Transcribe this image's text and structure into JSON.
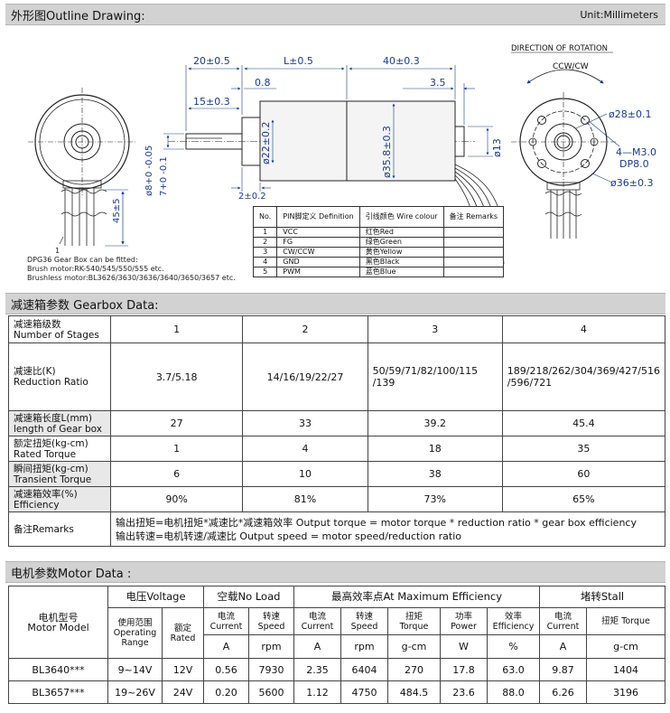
{
  "outline": {
    "title": "外形图Outline Drawing:",
    "unit": "Unit:Millimeters",
    "direction_label": "DIRECTION OF ROTATION",
    "ccw_label": "CCW/CW",
    "dims": {
      "d20": "20±0.5",
      "dL": "L±0.5",
      "d40": "40±0.3",
      "d08": "0.8",
      "d35": "3.5",
      "d15": "15±0.3",
      "d22": "ø22±0.2",
      "d358": "ø35.8±0.3",
      "d13": "ø13",
      "d2": "2±0.2",
      "d8": "ø8+0 -0.05",
      "d7": "7+0 -0.1",
      "d45": "45±5",
      "d28": "ø28±0.1",
      "m3": "4—M3.0",
      "dp8": "DP8.0",
      "d36": "ø36±0.3",
      "pin1": "1"
    },
    "pin_table": {
      "headers": [
        "No.",
        "PIN脚定义 Definition",
        "引线颜色 Wire colour",
        "备注 Remarks"
      ],
      "rows": [
        [
          "1",
          "VCC",
          "红色Red",
          ""
        ],
        [
          "2",
          "FG",
          "绿色Green",
          ""
        ],
        [
          "3",
          "CW/CCW",
          "黄色Yellow",
          ""
        ],
        [
          "4",
          "GND",
          "黑色Black",
          ""
        ],
        [
          "5",
          "PWM",
          "蓝色Blue",
          ""
        ]
      ]
    },
    "fit_note": [
      "DPG36 Gear Box can be fitted:",
      "Brush motor:RK-540/545/550/555 etc.",
      "Brushless motor:BL3626/3630/3636/3640/3650/3657 etc."
    ]
  },
  "gearbox": {
    "title": "减速箱参数 Gearbox Data:",
    "rows": [
      {
        "label_cn": "减速箱级数",
        "label_en": "Number of Stages",
        "values": [
          "1",
          "2",
          "3",
          "4"
        ]
      },
      {
        "label_cn": "减速比(K)",
        "label_en": "Reduction Ratio",
        "values": [
          "3.7/5.18",
          "14/16/19/22/27",
          "50/59/71/82/100/115 /139",
          "189/218/262/304/369/427/516 /596/721"
        ]
      },
      {
        "label_cn": "减速箱长度L(mm)",
        "label_en": "length of Gear box",
        "values": [
          "27",
          "33",
          "39.2",
          "45.4"
        ]
      },
      {
        "label_cn": "额定扭矩(kg-cm)",
        "label_en": "Rated Torque",
        "values": [
          "1",
          "4",
          "18",
          "35"
        ]
      },
      {
        "label_cn": "瞬间扭矩(kg-cm)",
        "label_en": "Transient Torque",
        "values": [
          "6",
          "10",
          "38",
          "60"
        ]
      },
      {
        "label_cn": "减速箱效率(%)",
        "label_en": "Efficiency",
        "values": [
          "90%",
          "81%",
          "73%",
          "65%"
        ]
      }
    ],
    "remarks_label": "备注Remarks",
    "remarks": [
      "输出扭矩=电机扭矩*减速比*减速箱效率 Output torque = motor torque * reduction ratio * gear box efficiency",
      "输出转速=电机转速/减速比 Output speed = motor speed/reduction ratio"
    ]
  },
  "motor": {
    "title": "电机参数Motor Data :",
    "model_cn": "电机型号",
    "model_en": "Motor Model",
    "voltage": "电压Voltage",
    "no_load": "空载No Load",
    "max_eff": "最高效率点At Maximum Efficiency",
    "stall": "堵转Stall",
    "sub": {
      "op_range": "使用范围 Operating Range",
      "rated": "额定 Rated",
      "current": "电流 Current",
      "speed": "转速 Speed",
      "torque": "扭矩 Torque",
      "power": "功率 Power",
      "efficiency": "效率 Efficiency"
    },
    "units": [
      "A",
      "rpm",
      "A",
      "rpm",
      "g-cm",
      "W",
      "%",
      "A",
      "g-cm"
    ],
    "rows": [
      [
        "BL3640***",
        "9~14V",
        "12V",
        "0.56",
        "7930",
        "2.35",
        "6404",
        "270",
        "17.8",
        "63.0",
        "9.87",
        "1404"
      ],
      [
        "BL3657***",
        "19~26V",
        "24V",
        "0.20",
        "5600",
        "1.12",
        "4750",
        "484.5",
        "23.6",
        "88.0",
        "6.26",
        "3196"
      ]
    ]
  }
}
